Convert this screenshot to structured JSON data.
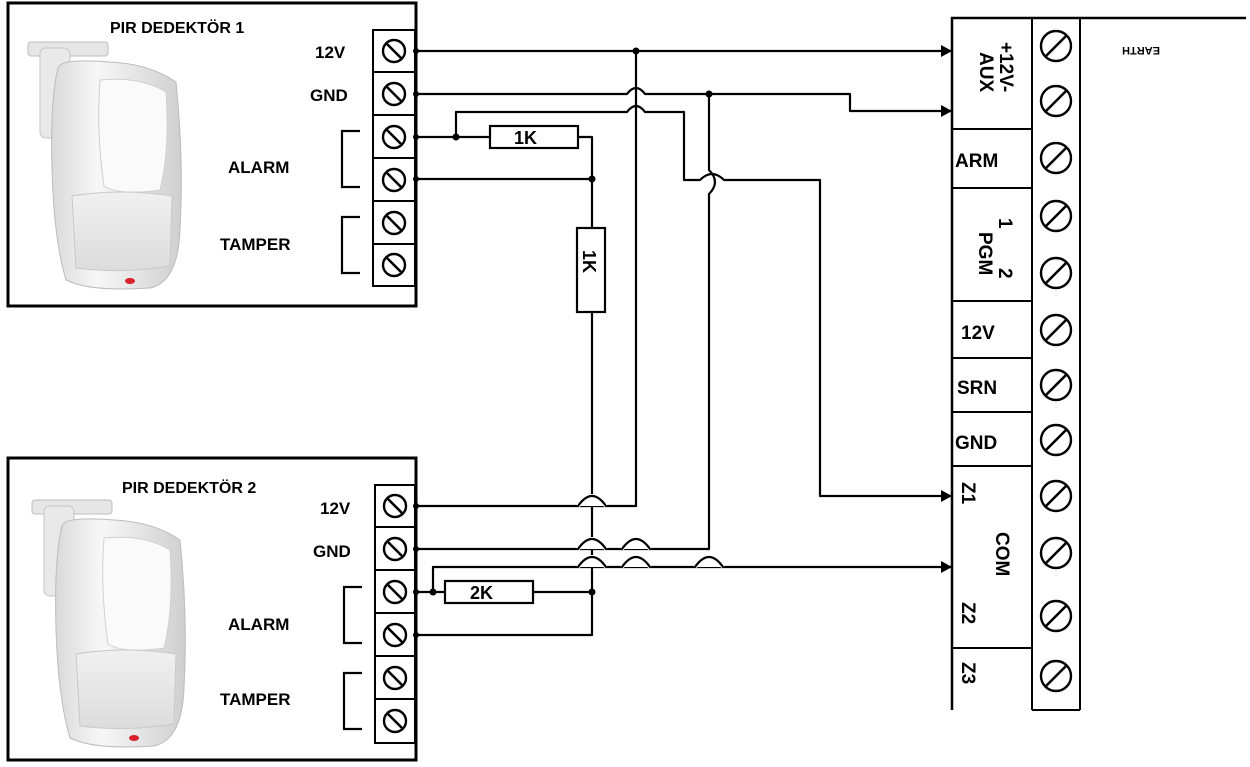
{
  "detector1": {
    "title": "PIR DEDEKTÖR 1",
    "terminals": {
      "t12v": "12V",
      "gnd": "GND"
    },
    "alarm_label": "ALARM",
    "tamper_label": "TAMPER"
  },
  "detector2": {
    "title": "PIR DEDEKTÖR 2",
    "terminals": {
      "t12v": "12V",
      "gnd": "GND"
    },
    "alarm_label": "ALARM",
    "tamper_label": "TAMPER"
  },
  "resistors": {
    "r1": "1K",
    "r2": "1K",
    "r3": "2K"
  },
  "panel": {
    "earth_label": "EARTH",
    "aux_plus": "+12V-",
    "aux": "AUX",
    "arm": "ARM",
    "pgm_1": "1",
    "pgm": "PGM",
    "pgm_2": "2",
    "t12v": "12V",
    "srn": "SRN",
    "gnd": "GND",
    "z1": "Z1",
    "com": "COM",
    "z2": "Z2",
    "z3": "Z3"
  },
  "colors": {
    "line": "#000000",
    "background": "#ffffff",
    "sensor_body": "#f2f2f2",
    "sensor_led": "#d8202a"
  }
}
